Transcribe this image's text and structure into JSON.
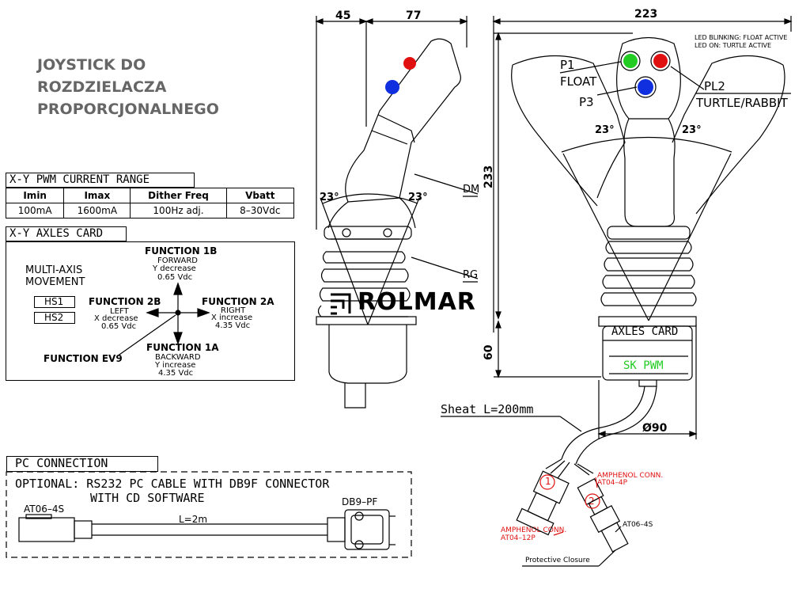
{
  "title": {
    "line1": "JOYSTICK DO",
    "line2": "ROZDZIELACZA",
    "line3": "PROPORCJONALNEGO"
  },
  "pwm": {
    "header": "X-Y  PWM  CURRENT  RANGE",
    "columns": [
      "Imin",
      "Imax",
      "Dither  Freq",
      "Vbatt"
    ],
    "values": [
      "100mA",
      "1600mA",
      "100Hz  adj.",
      "8–30Vdc"
    ]
  },
  "axes_card": {
    "header": "X-Y  AXLES  CARD",
    "multi_axis_line1": "MULTI-AXIS",
    "multi_axis_line2": "MOVEMENT",
    "hs1": "HS1",
    "hs2": "HS2",
    "f1b": {
      "name": "FUNCTION  1B",
      "l1": "FORWARD",
      "l2": "Y  decrease",
      "l3": "0.65  Vdc"
    },
    "f2b": {
      "name": "FUNCTION  2B",
      "l1": "LEFT",
      "l2": "X  decrease",
      "l3": "0.65  Vdc"
    },
    "f2a": {
      "name": "FUNCTION  2A",
      "l1": "RIGHT",
      "l2": "X  increase",
      "l3": "4.35  Vdc"
    },
    "f1a": {
      "name": "FUNCTION  1A",
      "l1": "BACKWARD",
      "l2": "Y  increase",
      "l3": "4.35  Vdc"
    },
    "ev9": "FUNCTION  EV9"
  },
  "pc": {
    "header": "PC  CONNECTION",
    "line1": "OPTIONAL:  RS232  PC  CABLE  WITH  DB9F  CONNECTOR",
    "line2": "WITH  CD  SOFTWARE",
    "left_conn": "AT06–4S",
    "right_conn": "DB9–PF",
    "length": "L=2m"
  },
  "side_view": {
    "dim_45": "45",
    "dim_77": "77",
    "angle_left": "23°",
    "angle_right": "23°",
    "dm": "DM",
    "rg": "RG",
    "brand": "ROLMAR"
  },
  "front_view": {
    "dim_width": "223",
    "dim_height": "233",
    "dim_60": "60",
    "dim_90": "Ø90",
    "led_blink": "LED  BLINKING:  FLOAT  ACTIVE",
    "led_on": "LED  ON:  TURTLE  ACTIVE",
    "p1": "P1",
    "float": "FLOAT",
    "p3": "P3",
    "pl2": "PL2",
    "turtle": "TURTLE/RABBIT",
    "angle_left": "23°",
    "angle_right": "23°",
    "axles_card": "AXLES  CARD",
    "sk_pwm": "SK  PWM",
    "sheat": "Sheat  L=200mm",
    "amph1_l1": "AMPHENOL  CONN.",
    "amph1_l2": "AT04–12P",
    "amph2_l1": "AMPHENOL  CONN.",
    "amph2_l2": "AT04–4P",
    "at06": "AT06–4S",
    "marker1": "1",
    "marker2": "2",
    "protective": "Protective  Closure"
  },
  "colors": {
    "led_green": "#22cc22",
    "led_red": "#e01010",
    "led_blue": "#1030e0",
    "annotation_red": "#e01010",
    "title_gray": "#666666"
  }
}
